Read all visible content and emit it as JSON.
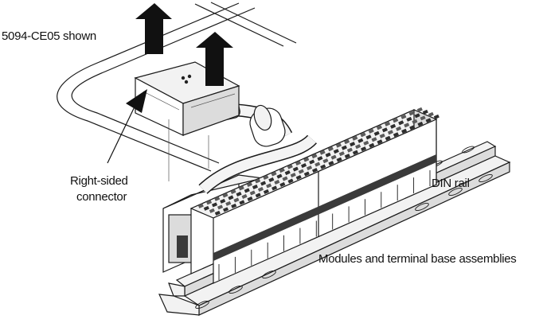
{
  "labels": {
    "model_shown": "5094-CE05 shown",
    "right_connector_line1": "Right-sided",
    "right_connector_line2": "connector",
    "din_rail": "DIN rail",
    "modules": "Modules and terminal base assemblies"
  },
  "icons": [
    "up-arrow-icon",
    "pointer-arrow-icon"
  ],
  "colors": {
    "line": "#1a1a1a",
    "arrow": "#111111",
    "module_dark": "#3a3a3a"
  }
}
